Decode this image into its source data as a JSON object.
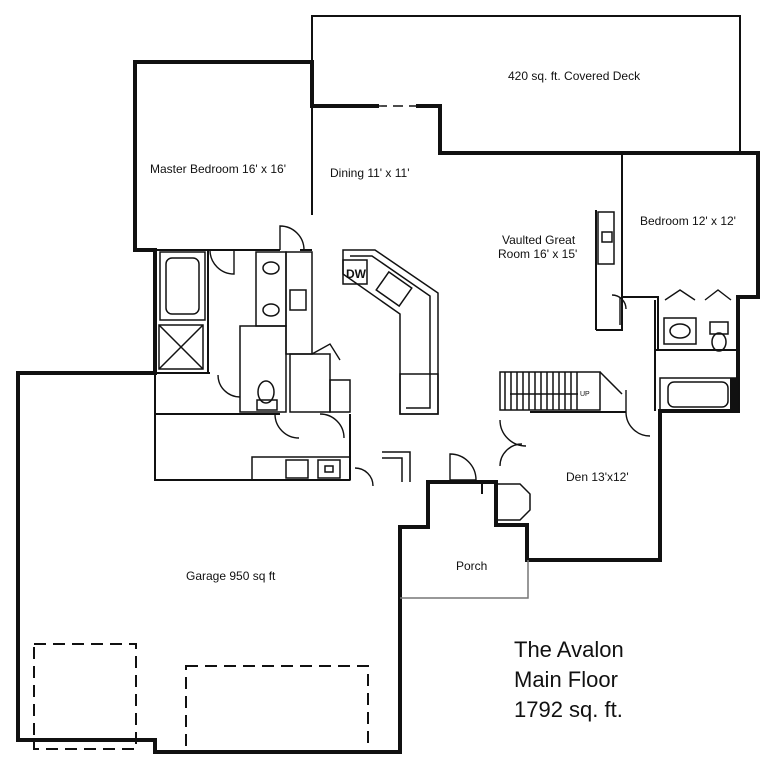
{
  "rooms": {
    "covered_deck": "420 sq. ft. Covered Deck",
    "master_bedroom": "Master Bedroom 16' x 16'",
    "dining": "Dining 11' x 11'",
    "great_room_line1": "Vaulted Great",
    "great_room_line2": "Room 16' x 15'",
    "bedroom": "Bedroom 12' x 12'",
    "den": "Den 13'x12'",
    "porch": "Porch",
    "garage": "Garage 950 sq ft"
  },
  "fixtures": {
    "dishwasher": "DW",
    "stairs_direction": "UP"
  },
  "title_block": {
    "line1": "The Avalon",
    "line2": "Main Floor",
    "line3": "1792 sq. ft."
  }
}
